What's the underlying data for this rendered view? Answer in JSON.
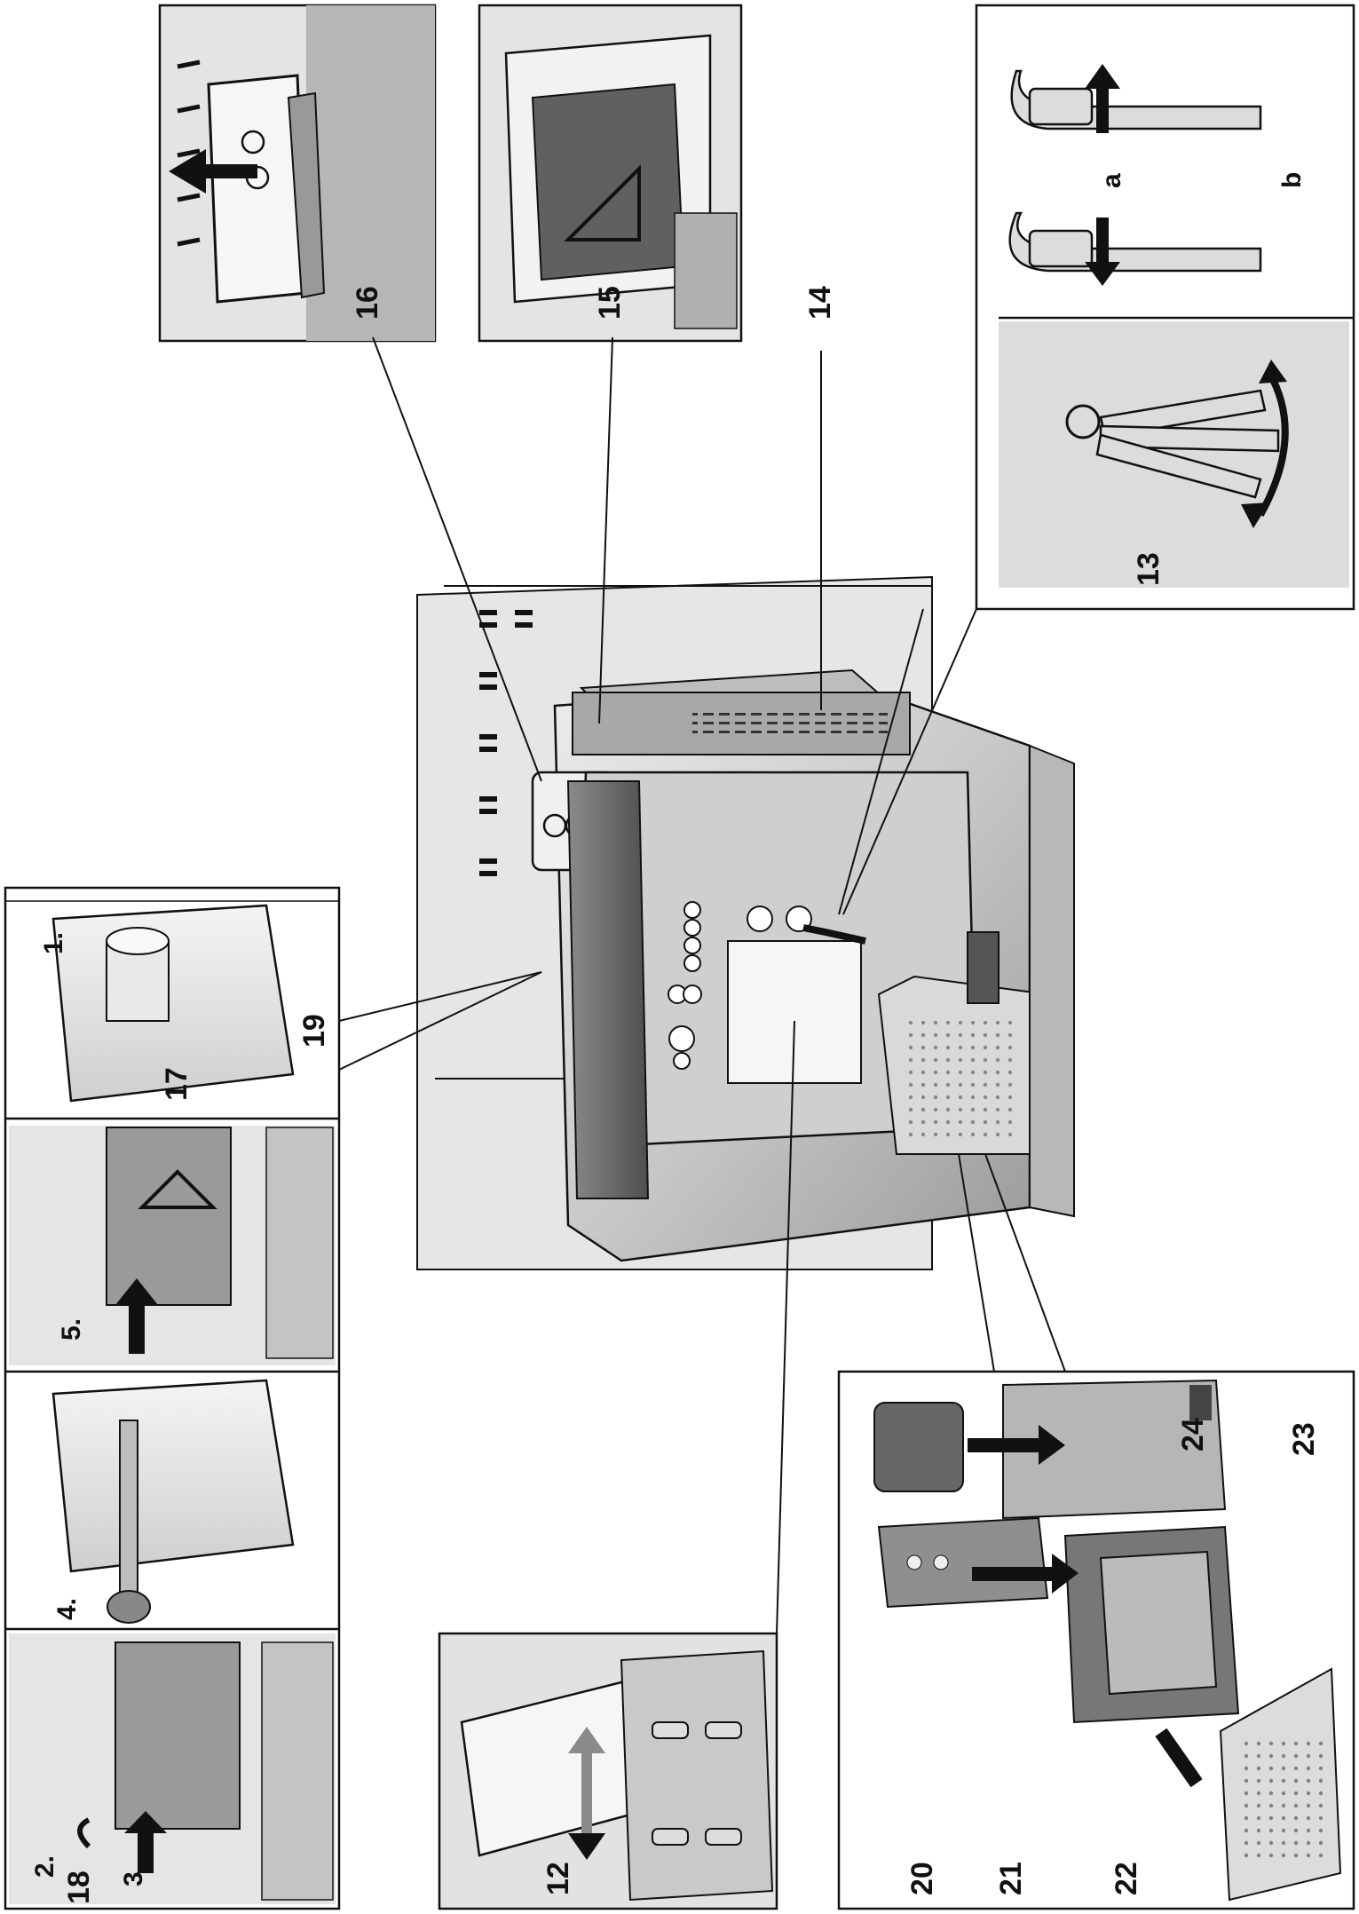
{
  "callouts": {
    "c12": "12",
    "c13": "13",
    "c14": "14",
    "c15": "15",
    "c16": "16",
    "c17": "17",
    "c18": "18",
    "c19": "19",
    "c20": "20",
    "c21": "21",
    "c22": "22",
    "c23": "23",
    "c24": "24"
  },
  "letters": {
    "a": "a",
    "b": "b"
  },
  "steps": {
    "s1": "1.",
    "s2": "2.",
    "s3": "3.",
    "s4": "4.",
    "s5": "5."
  },
  "colors": {
    "line": "#111111",
    "metal_light": "#d8d8d8",
    "metal_mid": "#b4b4b4",
    "metal_dark": "#7d7d7d",
    "shadow": "#555555"
  }
}
